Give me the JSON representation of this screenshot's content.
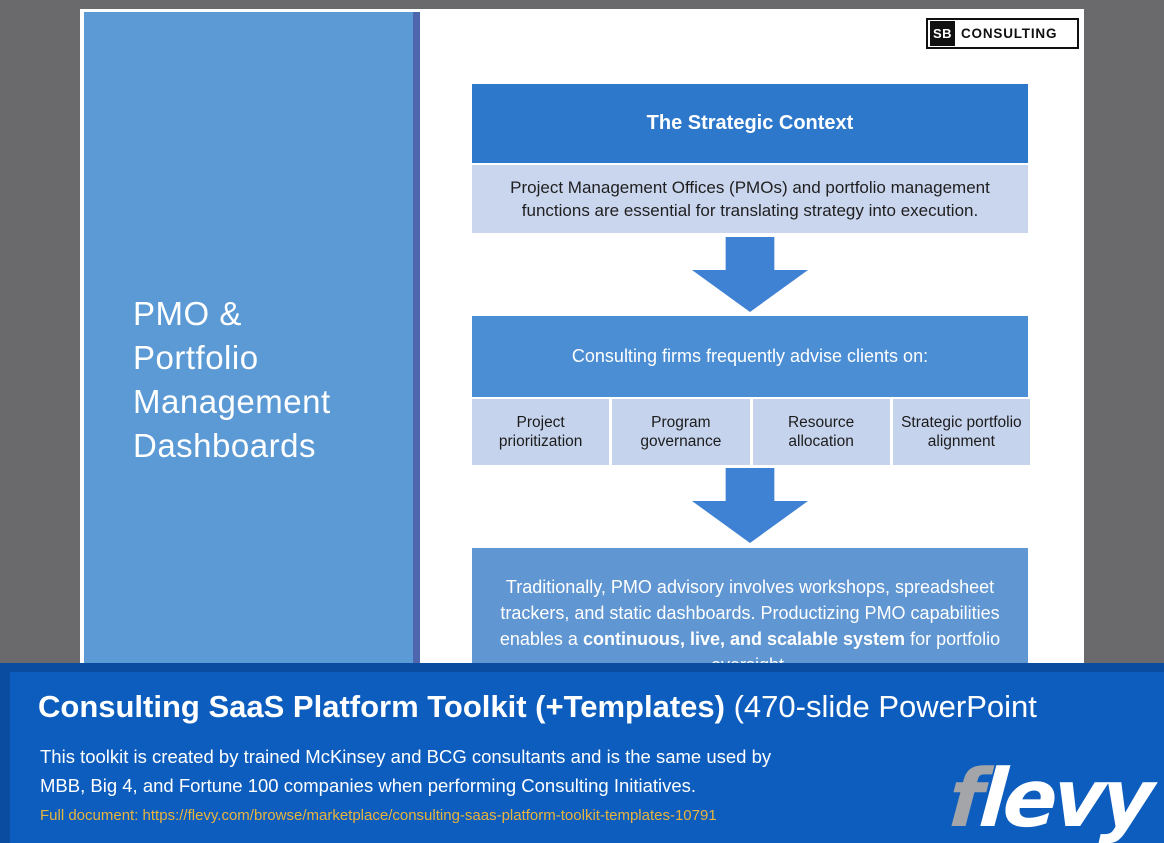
{
  "colors": {
    "canvas_gray": "#6a6a6c",
    "sidebar_blue": "#5b9ad5",
    "sidebar_stripe_blue": "#4d66ae",
    "header_blue": "#2e78cb",
    "light_blue": "#cad5ee",
    "mid_blue": "#4b8ed4",
    "arrow_blue": "#3f81d3",
    "soft_blue": "#6096d2",
    "banner_blue": "#0c5dbe",
    "banner_border_blue": "#0a4c9f",
    "link_gold": "#e9b43c"
  },
  "slide": {
    "vendor_logo": {
      "abbr": "SB",
      "name": "CONSULTING"
    },
    "sidebar": {
      "title_lines": [
        "PMO &",
        "Portfolio",
        "Management",
        "Dashboards"
      ]
    },
    "strategic_context": {
      "header": "The Strategic Context",
      "intro": "Project Management Offices (PMOs) and portfolio management functions are essential for translating strategy into execution.",
      "advise_header": "Consulting firms frequently advise clients on:",
      "advise_items": [
        "Project prioritization",
        "Program governance",
        "Resource allocation",
        "Strategic portfolio alignment"
      ],
      "traditional": {
        "prefix": "Traditionally, PMO advisory involves workshops, spreadsheet trackers, and static dashboards. Productizing PMO capabilities enables a ",
        "bold": "continuous, live, and scalable system",
        "suffix": " for portfolio oversight."
      }
    }
  },
  "banner": {
    "title_bold": "Consulting SaaS Platform Toolkit (+Templates)",
    "title_rest": " (470-slide PowerPoint",
    "line1": "This toolkit is created by trained McKinsey and BCG consultants and is the same used by",
    "line2": "MBB, Big 4, and Fortune 100 companies when performing Consulting Initiatives.",
    "link_label": "Full document: ",
    "link_url": "https://flevy.com/browse/marketplace/consulting-saas-platform-toolkit-templates-10791",
    "brand": {
      "first": "f",
      "rest": "levy"
    }
  }
}
